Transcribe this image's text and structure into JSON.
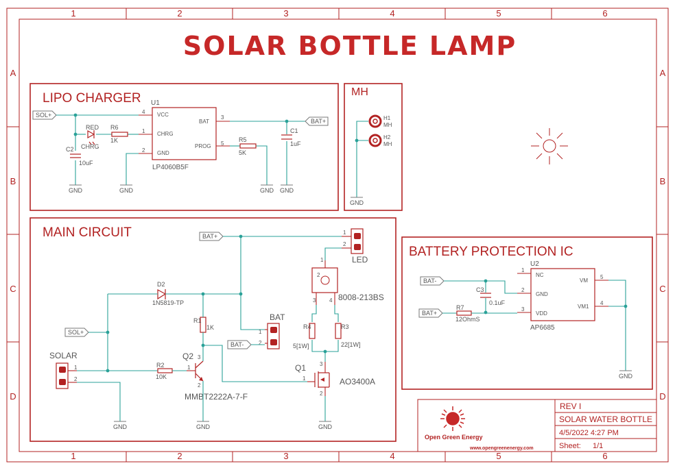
{
  "title": "SOLAR BOTTLE LAMP",
  "frame": {
    "columns": [
      "1",
      "2",
      "3",
      "4",
      "5",
      "6"
    ],
    "rows": [
      "A",
      "B",
      "C",
      "D"
    ]
  },
  "sections": {
    "lipo": "LIPO CHARGER",
    "mh": "MH",
    "main": "MAIN CIRCUIT",
    "battery": "BATTERY PROTECTION IC"
  },
  "nets": {
    "sol": "SOL+",
    "bat_pos": "BAT+",
    "bat_neg": "BAT-",
    "gnd": "GND"
  },
  "lipo": {
    "u1_ref": "U1",
    "u1_part": "LP4060B5F",
    "pins": {
      "vcc": "VCC",
      "chrg": "CHRG",
      "gnd": "GND",
      "bat": "BAT",
      "prog": "PROG"
    },
    "pin_numbers": {
      "vcc": "4",
      "chrg": "1",
      "gnd": "2",
      "bat": "3",
      "prog": "5"
    },
    "led_ref": "RED",
    "led_label": "CHRG",
    "r6_ref": "R6",
    "r6_val": "1K",
    "r5_ref": "R5",
    "r5_val": "5K",
    "c1_ref": "C1",
    "c1_val": "1uF",
    "c2_ref": "C2",
    "c2_val": "10uF"
  },
  "mh": {
    "h1": "H1",
    "h1_sub": "MH",
    "h2": "H2",
    "h2_sub": "MH"
  },
  "main": {
    "led_conn": "LED",
    "led_pins": [
      "1",
      "2"
    ],
    "sw_part": "8008-213BS",
    "sw_pins": [
      "1",
      "2",
      "3",
      "4"
    ],
    "d2_ref": "D2",
    "d2_part": "1N5819-TP",
    "r1_ref": "R1",
    "r1_val": "1K",
    "r4_ref": "R4",
    "r4_val": "5[1W]",
    "r3_ref": "R3",
    "r3_val": "22[1W]",
    "bat_conn": "BAT",
    "bat_pins": [
      "1",
      "2"
    ],
    "solar_conn": "SOLAR",
    "solar_pins": [
      "1",
      "2"
    ],
    "r2_ref": "R2",
    "r2_val": "10K",
    "q2_ref": "Q2",
    "q2_part": "MMBT2222A-7-F",
    "q2_pins": [
      "1",
      "2",
      "3"
    ],
    "q1_ref": "Q1",
    "q1_part": "AO3400A",
    "q1_pins": [
      "1",
      "2",
      "3"
    ]
  },
  "battery": {
    "u2_ref": "U2",
    "u2_part": "AP6685",
    "pins": {
      "nc": "NC",
      "gnd": "GND",
      "vdd": "VDD",
      "vm": "VM",
      "vm1": "VM1"
    },
    "pin_numbers": {
      "nc": "1",
      "gnd": "2",
      "vdd": "3",
      "vm": "5",
      "vm1": "4"
    },
    "c3_ref": "C3",
    "c3_val": "0.1uF",
    "r7_ref": "R7",
    "r7_val": "12OhmS"
  },
  "titleblock": {
    "logo_text": "Open Green Energy",
    "website": "www.opengreenenergy.com",
    "rev": "REV I",
    "name": "SOLAR WATER BOTTLE",
    "date": "4/5/2022 4:27 PM",
    "sheet_label": "Sheet:",
    "sheet_value": "1/1"
  },
  "colors": {
    "frame": "#b22222",
    "wire": "#2aa198",
    "title": "#c62828",
    "text": "#555555"
  }
}
